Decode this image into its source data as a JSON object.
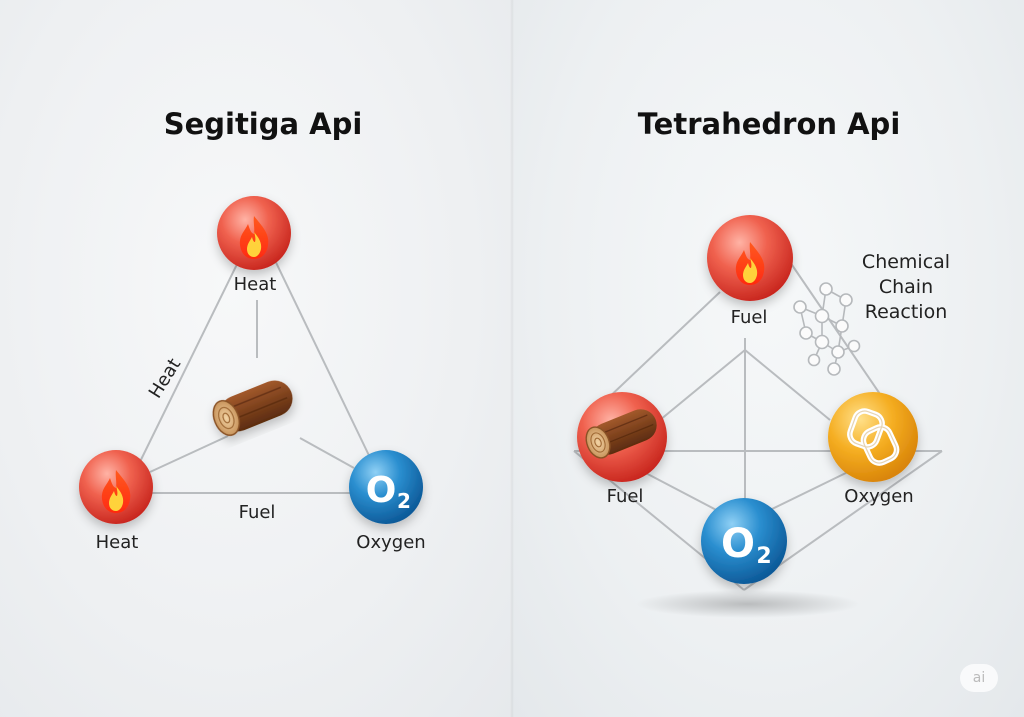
{
  "left_diagram": {
    "title": "Segitiga Api",
    "labels": {
      "top": "Heat",
      "left_edge": "Heat",
      "bottom_left": "Heat",
      "bottom_edge": "Fuel",
      "bottom_right": "Oxygen"
    }
  },
  "right_diagram": {
    "title": "Tetrahedron Api",
    "labels": {
      "top": "Fuel",
      "left": "Fuel",
      "right": "Oxygen",
      "chemical_line1": "Chemical",
      "chemical_line2": "Chain",
      "chemical_line3": "Reaction"
    }
  },
  "oxygen_symbol": {
    "letter": "O",
    "subscript": "2"
  },
  "watermark": "ai",
  "colors": {
    "heat_red": "#e8453a",
    "oxygen_blue": "#1f7fc2",
    "chain_gold": "#f2a81e",
    "wood_brown": "#8b4a22",
    "line_gray": "#b9bcbf"
  }
}
